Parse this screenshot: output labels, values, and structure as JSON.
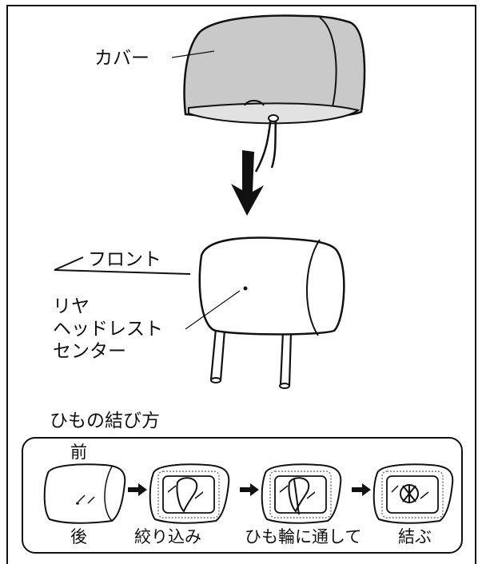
{
  "labels": {
    "cover": "カバー",
    "front": "フロント",
    "headrest": [
      "リヤ",
      "ヘッドレスト",
      "センター"
    ],
    "tying_title": "ひもの結び方",
    "mae": "前",
    "ushiro": "後"
  },
  "steps": [
    "絞り込み",
    "ひも輪に通して",
    "結ぶ"
  ],
  "colors": {
    "cover_fill": "#c9c9c9",
    "line": "#111111",
    "dotted": "#777777"
  }
}
